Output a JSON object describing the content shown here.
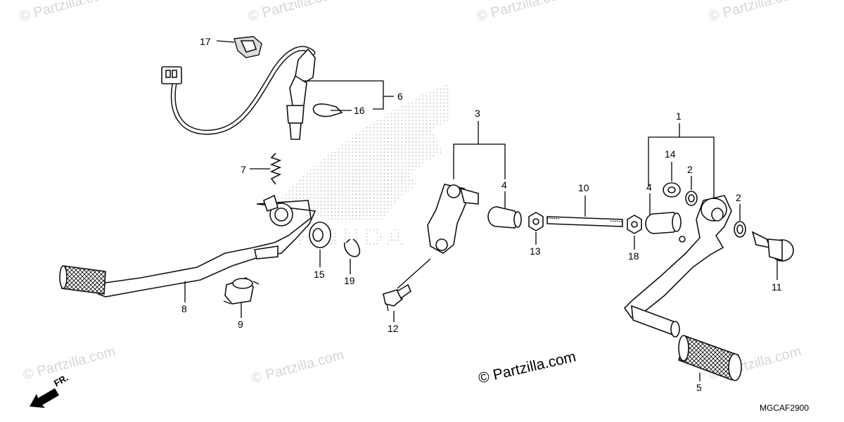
{
  "watermark": "© Partzilla.com",
  "credit": "© Partzilla.com",
  "diagram_code": "MGCAF2900",
  "direction_label": "FR.",
  "brand_logo": "HONDA",
  "callouts": [
    "1",
    "2",
    "2",
    "3",
    "4",
    "4",
    "5",
    "6",
    "7",
    "8",
    "9",
    "10",
    "11",
    "12",
    "13",
    "14",
    "15",
    "16",
    "17",
    "18",
    "19"
  ]
}
